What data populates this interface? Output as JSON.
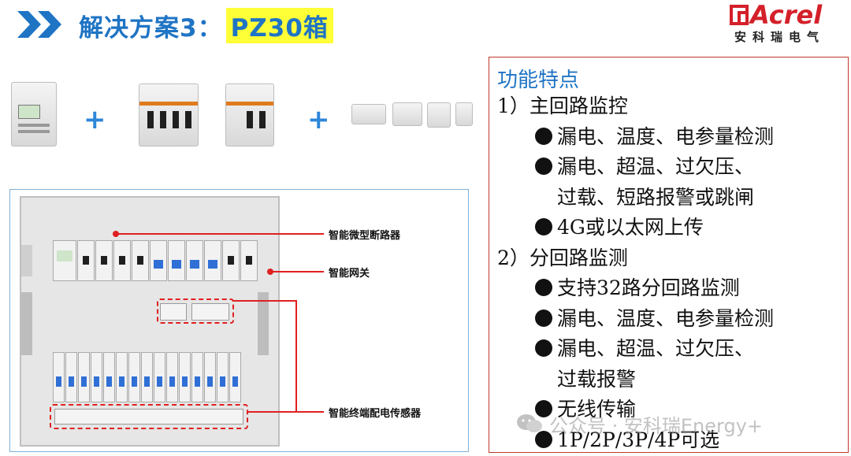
{
  "header": {
    "title_prefix": "解决方案3：",
    "title_highlight": "PZ30箱",
    "accent_color": "#1f74c4",
    "highlight_color": "#ffff38"
  },
  "logo": {
    "name": "Acrel",
    "subtitle": "安科瑞电气",
    "brand_color": "#d4202a"
  },
  "products": {
    "plus_signs": [
      "+",
      "+"
    ],
    "items": [
      "energy-meter-icon",
      "circuit-breaker-4p-icon",
      "circuit-breaker-2p-icon",
      "current-sensor-set-icon"
    ]
  },
  "photo": {
    "callouts": [
      "智能微型断路器",
      "智能网关",
      "智能终端配电传感器"
    ],
    "callout_color": "#e02020"
  },
  "features": {
    "title": "功能特点",
    "lines": [
      {
        "text": "1）主回路监控",
        "bullet": false,
        "indent": 0
      },
      {
        "text": "漏电、温度、电参量检测",
        "bullet": true,
        "indent": 1
      },
      {
        "text": "漏电、超温、过欠压、",
        "bullet": true,
        "indent": 1
      },
      {
        "text": "过载、短路报警或跳闸",
        "bullet": false,
        "indent": 2
      },
      {
        "text": "4G或以太网上传",
        "bullet": true,
        "indent": 1
      },
      {
        "text": "2）分回路监测",
        "bullet": false,
        "indent": 0
      },
      {
        "text": "支持32路分回路监测",
        "bullet": true,
        "indent": 1
      },
      {
        "text": "漏电、温度、电参量检测",
        "bullet": true,
        "indent": 1
      },
      {
        "text": "漏电、超温、过欠压、",
        "bullet": true,
        "indent": 1
      },
      {
        "text": "过载报警",
        "bullet": false,
        "indent": 2
      },
      {
        "text": "无线传输",
        "bullet": true,
        "indent": 1
      },
      {
        "text": "1P/2P/3P/4P可选",
        "bullet": true,
        "indent": 1
      }
    ],
    "border_color": "#c0392b"
  },
  "watermark": {
    "text": "公众号 · 安科瑞Energy+",
    "icon": "wechat-icon"
  }
}
